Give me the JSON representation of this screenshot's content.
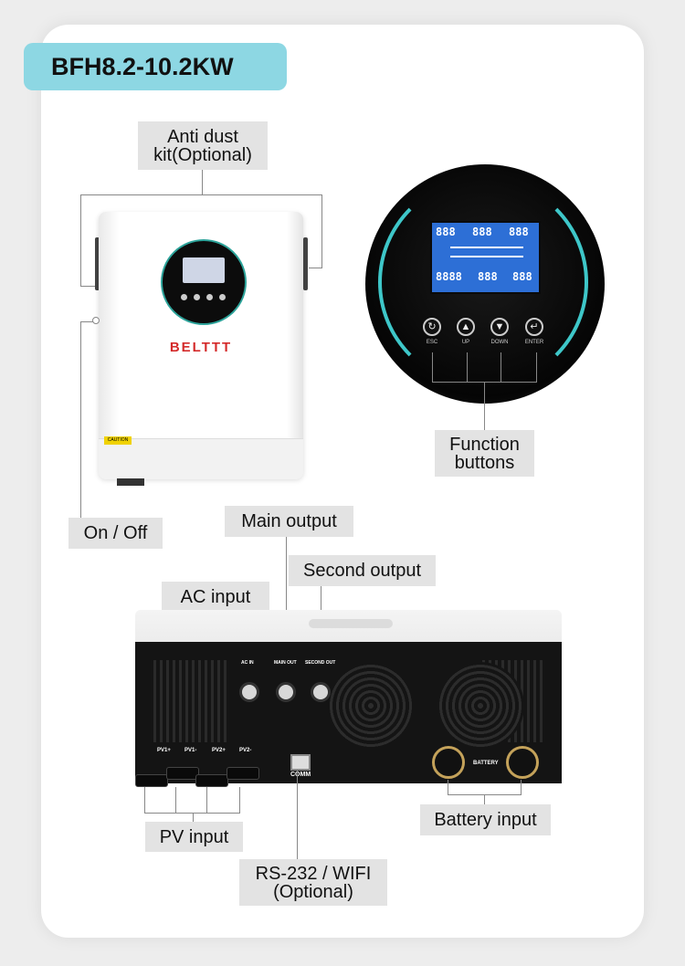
{
  "title": "BFH8.2-10.2KW",
  "labels": {
    "anti_dust": "Anti dust kit(Optional)",
    "function_buttons": "Function buttons",
    "on_off": "On / Off",
    "main_output": "Main output",
    "second_output": "Second output",
    "ac_input": "AC input",
    "pv_input": "PV input",
    "rs232_wifi": "RS-232 / WIFI (Optional)",
    "battery_input": "Battery input"
  },
  "product": {
    "brand": "BELTTT",
    "warning_tag": "CAUTION"
  },
  "panel": {
    "buttons": [
      {
        "label": "ESC",
        "icon": "power-icon"
      },
      {
        "label": "UP",
        "icon": "arrow-up-icon"
      },
      {
        "label": "DOWN",
        "icon": "arrow-down-icon"
      },
      {
        "label": "ENTER",
        "icon": "enter-icon"
      }
    ],
    "lcd_readouts": [
      "888",
      "888",
      "888",
      "8888",
      "888",
      "888"
    ]
  },
  "rear": {
    "terminals": [
      "AC IN",
      "MAIN OUT",
      "SECOND OUT"
    ],
    "pv_ports": [
      "PV1+",
      "PV1-",
      "PV2+",
      "PV2-"
    ],
    "comm_label": "COMM",
    "battery_label": "BATTERY"
  },
  "colors": {
    "title_bg": "#8dd7e3",
    "label_bg": "#e3e3e3",
    "brand_red": "#d42a2a",
    "lcd_blue": "#2d6fd6",
    "ring_teal": "#3ec7c9"
  }
}
